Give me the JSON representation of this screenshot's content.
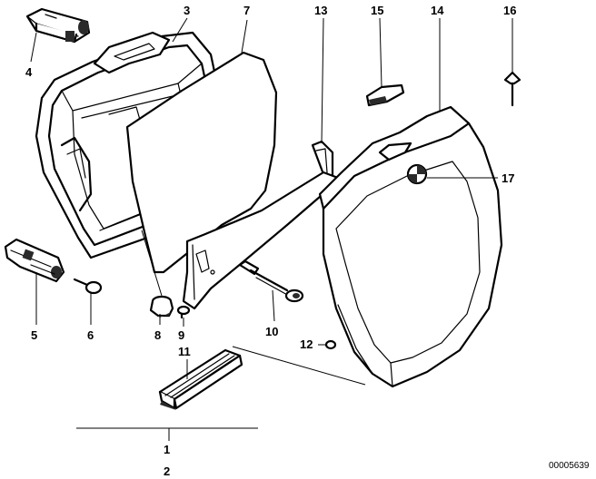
{
  "diagram": {
    "reference_code": "00005639",
    "callouts": [
      {
        "id": "1",
        "text": "1"
      },
      {
        "id": "2",
        "text": "2"
      },
      {
        "id": "3",
        "text": "3"
      },
      {
        "id": "4",
        "text": "4"
      },
      {
        "id": "5",
        "text": "5"
      },
      {
        "id": "6",
        "text": "6"
      },
      {
        "id": "7",
        "text": "7"
      },
      {
        "id": "8",
        "text": "8"
      },
      {
        "id": "9",
        "text": "9"
      },
      {
        "id": "10",
        "text": "10"
      },
      {
        "id": "11",
        "text": "11"
      },
      {
        "id": "12",
        "text": "12"
      },
      {
        "id": "13",
        "text": "13"
      },
      {
        "id": "14",
        "text": "14"
      },
      {
        "id": "15",
        "text": "15"
      },
      {
        "id": "16",
        "text": "16"
      },
      {
        "id": "17",
        "text": "17"
      }
    ]
  }
}
